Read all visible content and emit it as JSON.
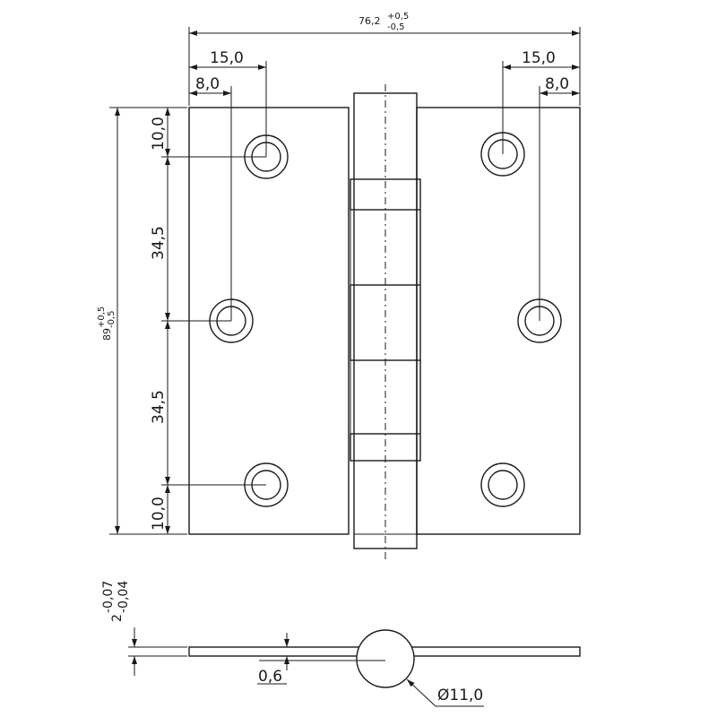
{
  "dimensions": {
    "overall_width": {
      "nominal": "76,2",
      "upper": "+0,5",
      "lower": "-0,5"
    },
    "overall_height": {
      "nominal": "89",
      "upper": "+0,5",
      "lower": "-0,5"
    },
    "hole_offset_left_15": "15,0",
    "hole_offset_left_8": "8,0",
    "hole_offset_right_15": "15,0",
    "hole_offset_right_8": "8,0",
    "vertical_top": "10,0",
    "vertical_mid_1": "34,5",
    "vertical_mid_2": "34,5",
    "vertical_bottom": "10,0",
    "thickness": {
      "nominal": "2",
      "upper": "-0,07",
      "lower": "-0,04"
    },
    "leaf_thickness": "0,6",
    "knuckle_diameter": "Ø11,0"
  }
}
